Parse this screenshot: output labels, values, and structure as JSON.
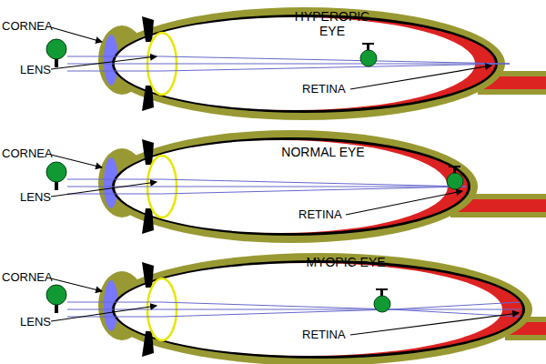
{
  "diagram": {
    "nodes": [
      {
        "text": [
          "HYPEROPIC EYE",
          "RETINA"
        ]
      },
      {
        "text": [
          "NORMAL EYE",
          "RETINA"
        ]
      },
      {
        "text": [
          "MYOPIC EYE",
          "RETINA"
        ]
      }
    ],
    "labels": [
      "CORNEA",
      "LENS",
      "CORNEA",
      "LENS",
      "CORNEA",
      "LENS"
    ]
  }
}
